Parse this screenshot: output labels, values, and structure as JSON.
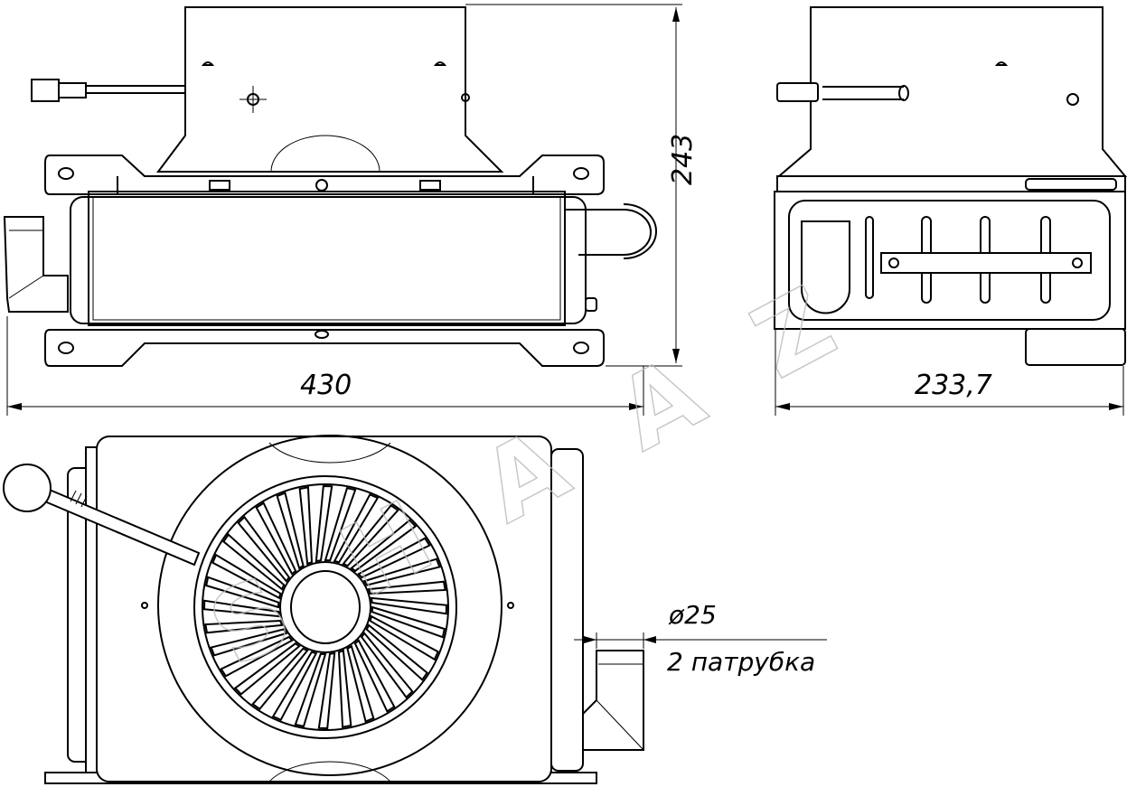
{
  "drawing": {
    "dimensions": {
      "length": "430",
      "height": "243",
      "width": "233,7",
      "pipe_diameter": "ø25"
    },
    "notes": {
      "pipes": "2 патрубка"
    },
    "watermark": "SHAAZ"
  }
}
